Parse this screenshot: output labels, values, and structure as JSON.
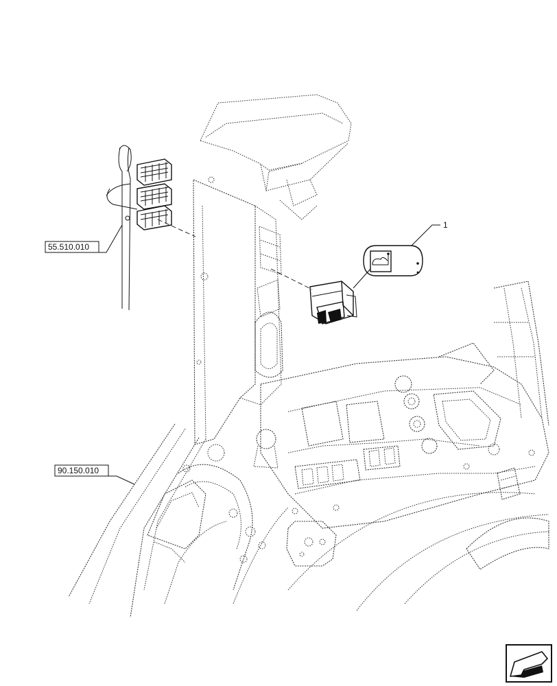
{
  "diagram": {
    "callouts": [
      {
        "id": "ref-55",
        "text": "55.510.010"
      },
      {
        "id": "ref-90",
        "text": "90.150.010"
      }
    ],
    "item_number": "1",
    "nav_icon": "back-arrow-icon"
  }
}
